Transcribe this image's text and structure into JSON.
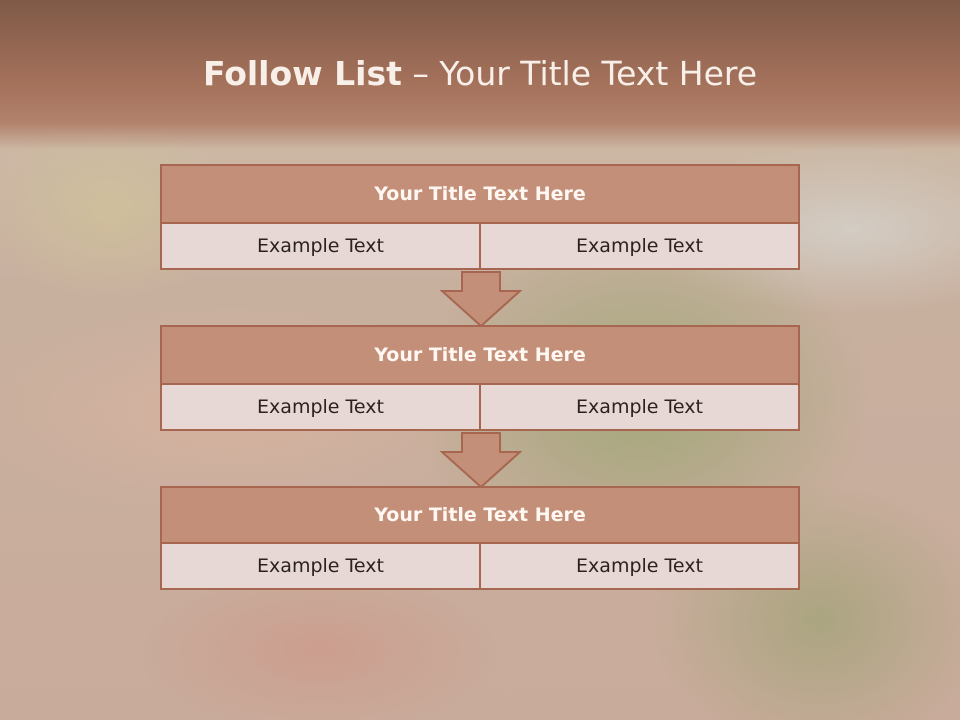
{
  "slide": {
    "title_bold": "Follow List",
    "title_rest": " – Your Title Text Here"
  },
  "blocks": [
    {
      "title": "Your Title Text Here",
      "cells": [
        "Example Text",
        "Example Text"
      ]
    },
    {
      "title": "Your Title Text Here",
      "cells": [
        "Example Text",
        "Example Text"
      ]
    },
    {
      "title": "Your Title Text Here",
      "cells": [
        "Example Text",
        "Example Text"
      ]
    }
  ],
  "colors": {
    "header": "#a4715b",
    "block_title_fill": "#c38f78",
    "block_border": "#a76650",
    "cell_fill": "#e8d8d5",
    "arrow_fill": "#c38f78"
  },
  "icons": [
    "down-arrow-icon"
  ]
}
